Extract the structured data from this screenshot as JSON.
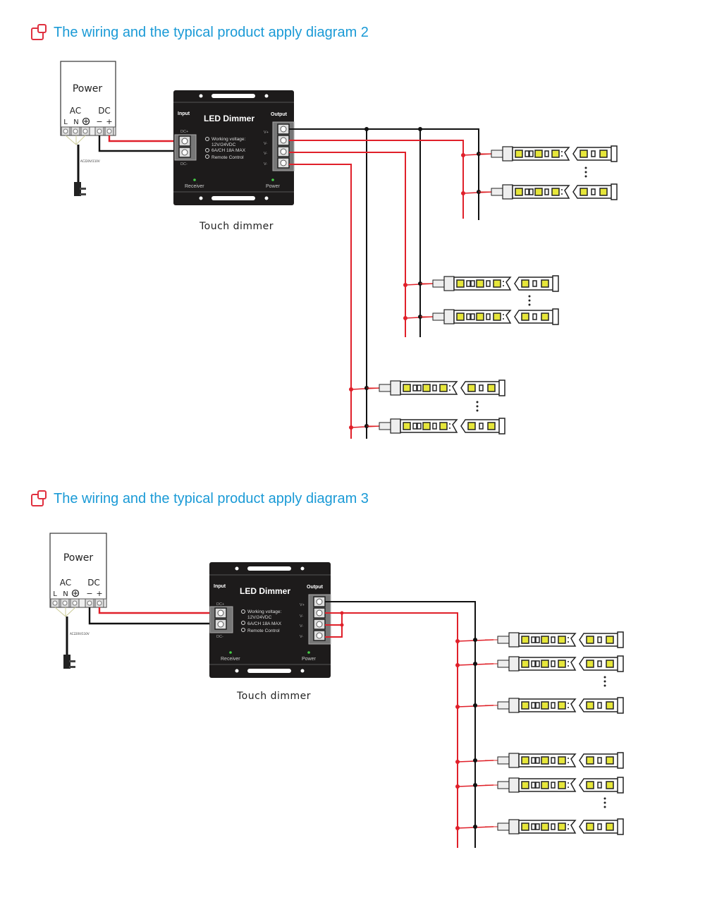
{
  "sections": [
    {
      "title": "The wiring and the typical product apply diagram 2",
      "power": {
        "label": "Power",
        "ac": "AC",
        "dc": "DC",
        "l": "L",
        "n": "N",
        "ground": "⏚",
        "minus": "−",
        "plus": "+",
        "cable_label": "AC220V/110V"
      },
      "dimmer": {
        "title": "LED Dimmer",
        "input": "Input",
        "output": "Output",
        "dc_plus": "DC+",
        "dc_minus": "DC-",
        "spec1": "Working voltage:",
        "spec1b": "12V/24VDC",
        "spec2": "6A/CH 18A MAX",
        "spec3": "Remote Control",
        "receiver": "Receiver",
        "power": "Power",
        "vplus": "V+",
        "vminus": "V-"
      },
      "caption": "Touch dimmer",
      "ellipsis": "⋮"
    },
    {
      "title": "The wiring and the typical product apply diagram 3",
      "power": {
        "label": "Power",
        "ac": "AC",
        "dc": "DC",
        "l": "L",
        "n": "N",
        "ground": "⏚",
        "minus": "−",
        "plus": "+",
        "cable_label": "AC220V/110V"
      },
      "dimmer": {
        "title": "LED Dimmer",
        "input": "Input",
        "output": "Output",
        "dc_plus": "DC+",
        "dc_minus": "DC-",
        "spec1": "Working voltage:",
        "spec1b": "12V/24VDC",
        "spec2": "6A/CH 18A MAX",
        "spec3": "Remote Control",
        "receiver": "Receiver",
        "power": "Power",
        "vplus": "V+",
        "vminus": "V-"
      },
      "caption": "Touch dimmer",
      "ellipsis": "⋮"
    }
  ],
  "colors": {
    "title": "#1a9ad6",
    "icon": "#e0303f",
    "wire_pos": "#e0202a",
    "wire_neg": "#111111",
    "dimmer_body": "#1d1b1b",
    "led": "#e6e63a"
  }
}
